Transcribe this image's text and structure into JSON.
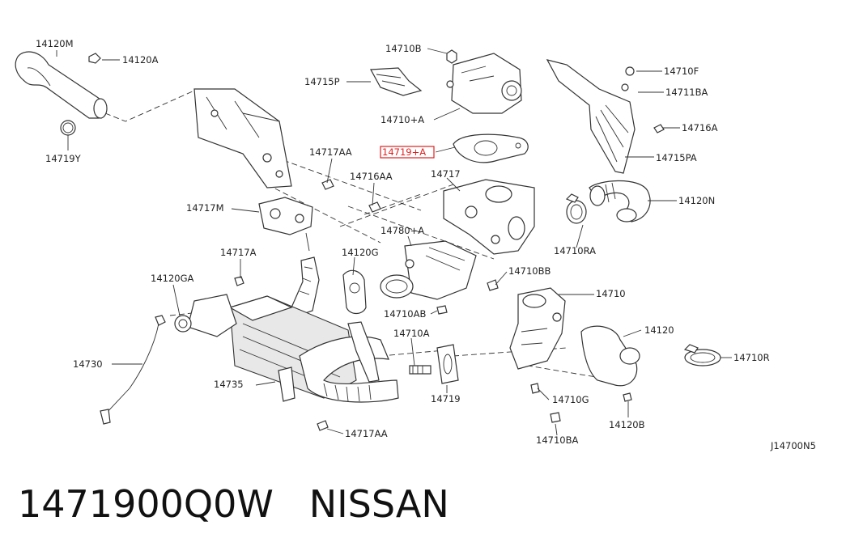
{
  "diagram": {
    "highlight_color": "#e02020",
    "highlighted_label": "14719+A",
    "labels": [
      "14120M",
      "14120A",
      "14719Y",
      "14710B",
      "14715P",
      "14710+A",
      "14719+A",
      "14710F",
      "14711BA",
      "14716A",
      "14715PA",
      "14717AA",
      "14716AA",
      "14717",
      "14120N",
      "14717M",
      "14780+A",
      "14710RA",
      "14717A",
      "14120G",
      "14710BB",
      "14120GA",
      "14710",
      "14710AB",
      "14710A",
      "14120",
      "14730",
      "14710R",
      "14735",
      "14719",
      "14710G",
      "14120B",
      "14717AA",
      "14710BA",
      "J14700N5"
    ]
  },
  "caption": {
    "part_number": "1471900Q0W",
    "brand": "NISSAN"
  }
}
